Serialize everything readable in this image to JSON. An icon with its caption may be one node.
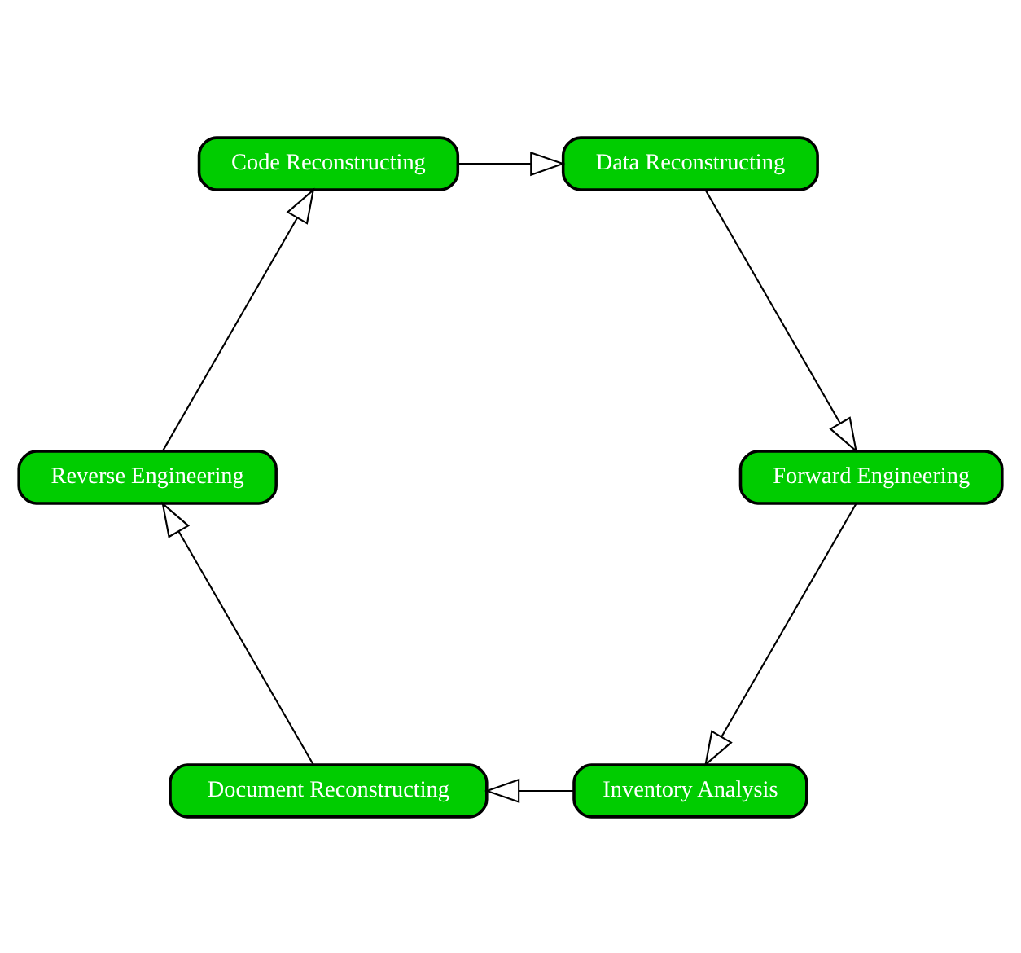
{
  "diagram": {
    "nodes": [
      {
        "text": [
          "Inventory Analysis"
        ]
      },
      {
        "text": [
          "Document Reconstructing"
        ]
      },
      {
        "text": [
          "Reverse Engineering"
        ]
      },
      {
        "text": [
          "Code Reconstructing"
        ]
      },
      {
        "text": [
          "Data Reconstructing"
        ]
      },
      {
        "text": [
          "Forward Engineering"
        ]
      }
    ],
    "edges": [
      {
        "from": 0,
        "to": 1,
        "arrow": "to"
      },
      {
        "from": 1,
        "to": 2,
        "arrow": "to"
      },
      {
        "from": 2,
        "to": 3,
        "arrow": "to"
      },
      {
        "from": 3,
        "to": 4,
        "arrow": "to"
      },
      {
        "from": 4,
        "to": 5,
        "arrow": "to"
      },
      {
        "from": 5,
        "to": 0,
        "arrow": "to"
      }
    ]
  }
}
